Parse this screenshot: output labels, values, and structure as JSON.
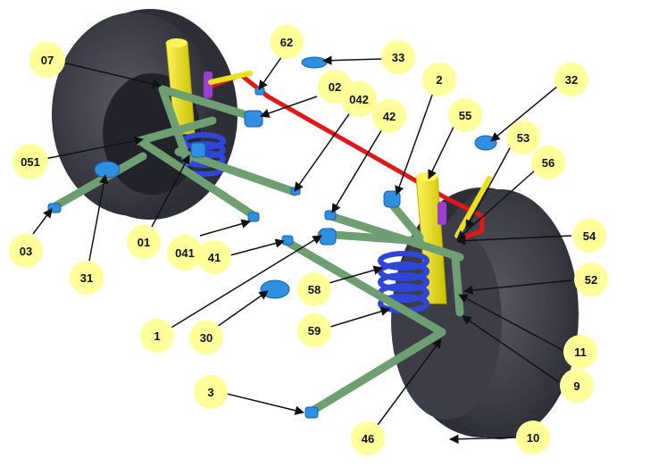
{
  "colors": {
    "tire": "#3a3a44",
    "tire_side": "#55555f",
    "rim": "#2e2e36",
    "strut": "#e8e21a",
    "strut_dark": "#b8b000",
    "arm": "#7fae82",
    "arm_dark": "#5f8f63",
    "spring": "#2f46d8",
    "bushing": "#2f8fe0",
    "stabilizer": "#e01818",
    "purple": "#9a3fd0",
    "label_fill": "#ffff99",
    "arrow": "#111111"
  },
  "labels": [
    {
      "id": "07",
      "text": "07"
    },
    {
      "id": "62",
      "text": "62"
    },
    {
      "id": "33",
      "text": "33"
    },
    {
      "id": "02",
      "text": "02"
    },
    {
      "id": "042",
      "text": "042"
    },
    {
      "id": "2",
      "text": "2"
    },
    {
      "id": "32",
      "text": "32"
    },
    {
      "id": "42",
      "text": "42"
    },
    {
      "id": "55",
      "text": "55"
    },
    {
      "id": "53",
      "text": "53"
    },
    {
      "id": "051",
      "text": "051"
    },
    {
      "id": "56",
      "text": "56"
    },
    {
      "id": "03",
      "text": "03"
    },
    {
      "id": "31",
      "text": "31"
    },
    {
      "id": "01",
      "text": "01"
    },
    {
      "id": "041",
      "text": "041"
    },
    {
      "id": "54",
      "text": "54"
    },
    {
      "id": "41",
      "text": "41"
    },
    {
      "id": "58",
      "text": "58"
    },
    {
      "id": "52",
      "text": "52"
    },
    {
      "id": "1",
      "text": "1"
    },
    {
      "id": "30",
      "text": "30"
    },
    {
      "id": "59",
      "text": "59"
    },
    {
      "id": "11",
      "text": "11"
    },
    {
      "id": "9",
      "text": "9"
    },
    {
      "id": "3",
      "text": "3"
    },
    {
      "id": "46",
      "text": "46"
    },
    {
      "id": "10",
      "text": "10"
    }
  ]
}
